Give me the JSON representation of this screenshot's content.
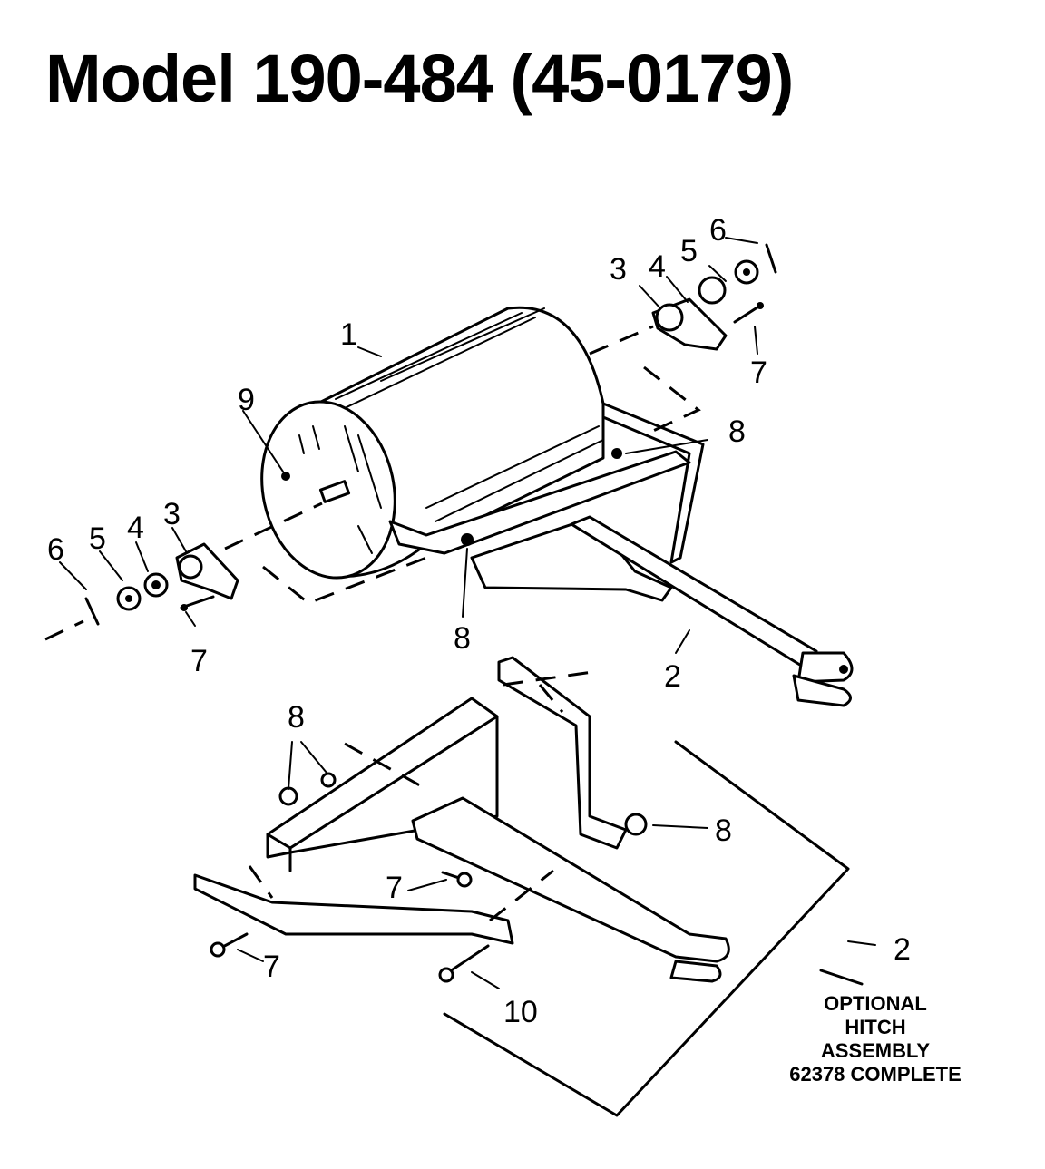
{
  "title": "Model 190-484 (45-0179)",
  "callouts": {
    "c1": "1",
    "c2_main": "2",
    "c2_optional": "2",
    "c3_right": "3",
    "c3_left": "3",
    "c4_right": "4",
    "c4_left": "4",
    "c5_right": "5",
    "c5_left": "5",
    "c6_right": "6",
    "c6_left": "6",
    "c7_right": "7",
    "c7_left": "7",
    "c7_hitch_mid": "7",
    "c7_hitch_low": "7",
    "c8_top_right": "8",
    "c8_under_drum": "8",
    "c8_hitch_top": "8",
    "c8_hitch_right": "8",
    "c9": "9",
    "c10": "10"
  },
  "optional_note": {
    "line1": "OPTIONAL",
    "line2": "HITCH",
    "line3": "ASSEMBLY",
    "line4": "62378 COMPLETE"
  }
}
